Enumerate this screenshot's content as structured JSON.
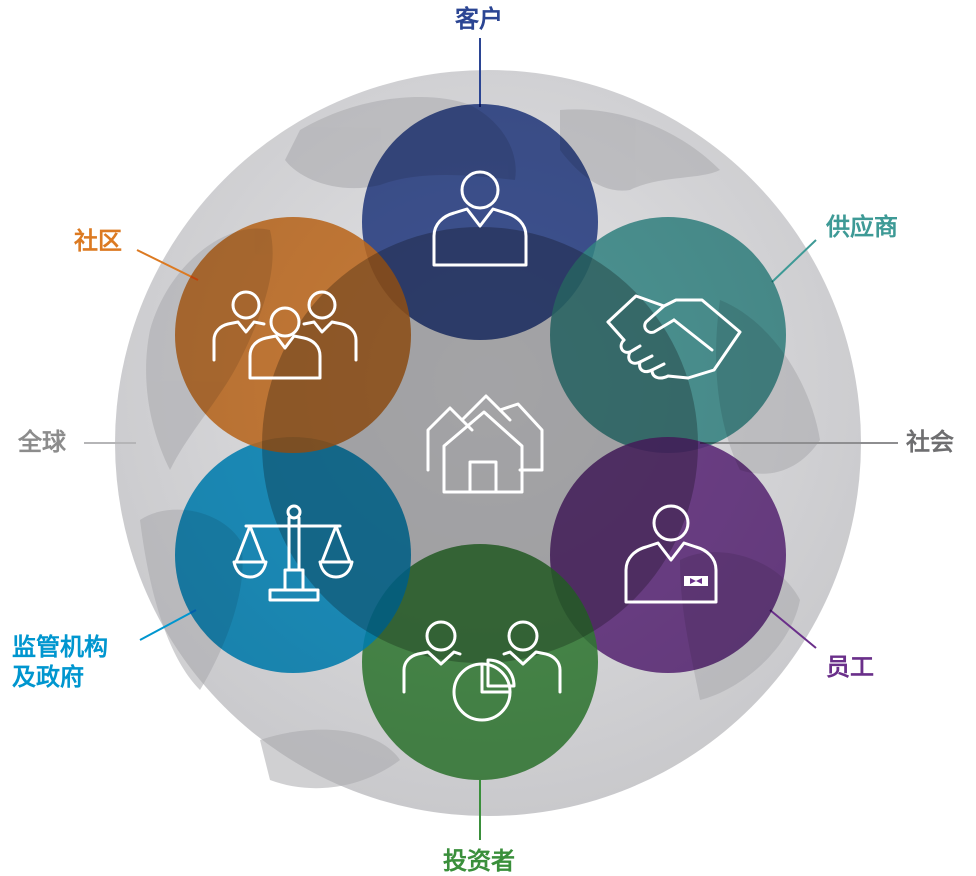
{
  "labels": {
    "customers": "客户",
    "suppliers": "供应商",
    "community": "社区",
    "global": "全球",
    "society": "社会",
    "regulators_line1": "监管机构",
    "regulators_line2": "及政府",
    "employees": "员工",
    "investors": "投资者"
  },
  "colors": {
    "customers": "#2B4593",
    "suppliers": "#3E9A96",
    "community": "#DC7A22",
    "regulators": "#0096CF",
    "employees": "#6A2F8A",
    "investors": "#3A8F3B",
    "global": "#8C8C8C",
    "globe": "#D2D2D4",
    "center": "#8E8E90"
  },
  "icons": {
    "customers": "person-icon",
    "suppliers": "handshake-icon",
    "community": "group-icon",
    "regulators": "scales-icon",
    "employees": "employee-badge-icon",
    "investors": "investors-piechart-icon",
    "center": "houses-icon"
  }
}
